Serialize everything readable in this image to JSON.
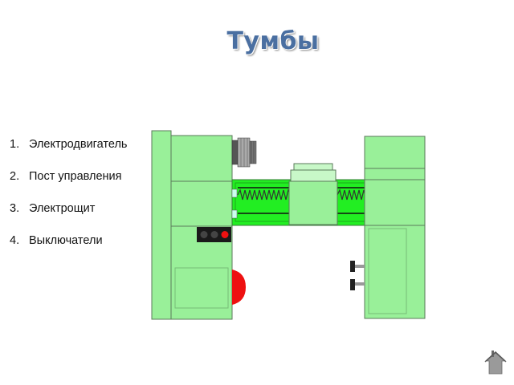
{
  "title": "Тумбы",
  "legend": [
    {
      "num": "1.",
      "label": "Электродвигатель"
    },
    {
      "num": "2.",
      "label": "Пост управления"
    },
    {
      "num": "3.",
      "label": "Электрощит"
    },
    {
      "num": "4.",
      "label": "Выключатели"
    }
  ],
  "colors": {
    "machine_green": "#99f099",
    "bright_green": "#22ee22",
    "outline": "#5a7a5a",
    "indicator_red": "#ee1111",
    "indicator_gray": "#444444",
    "knob_dark": "#222222"
  },
  "icons": [
    "electric-motor",
    "control-panel-buttons",
    "electrical-panel",
    "toggle-switches",
    "home-icon"
  ]
}
